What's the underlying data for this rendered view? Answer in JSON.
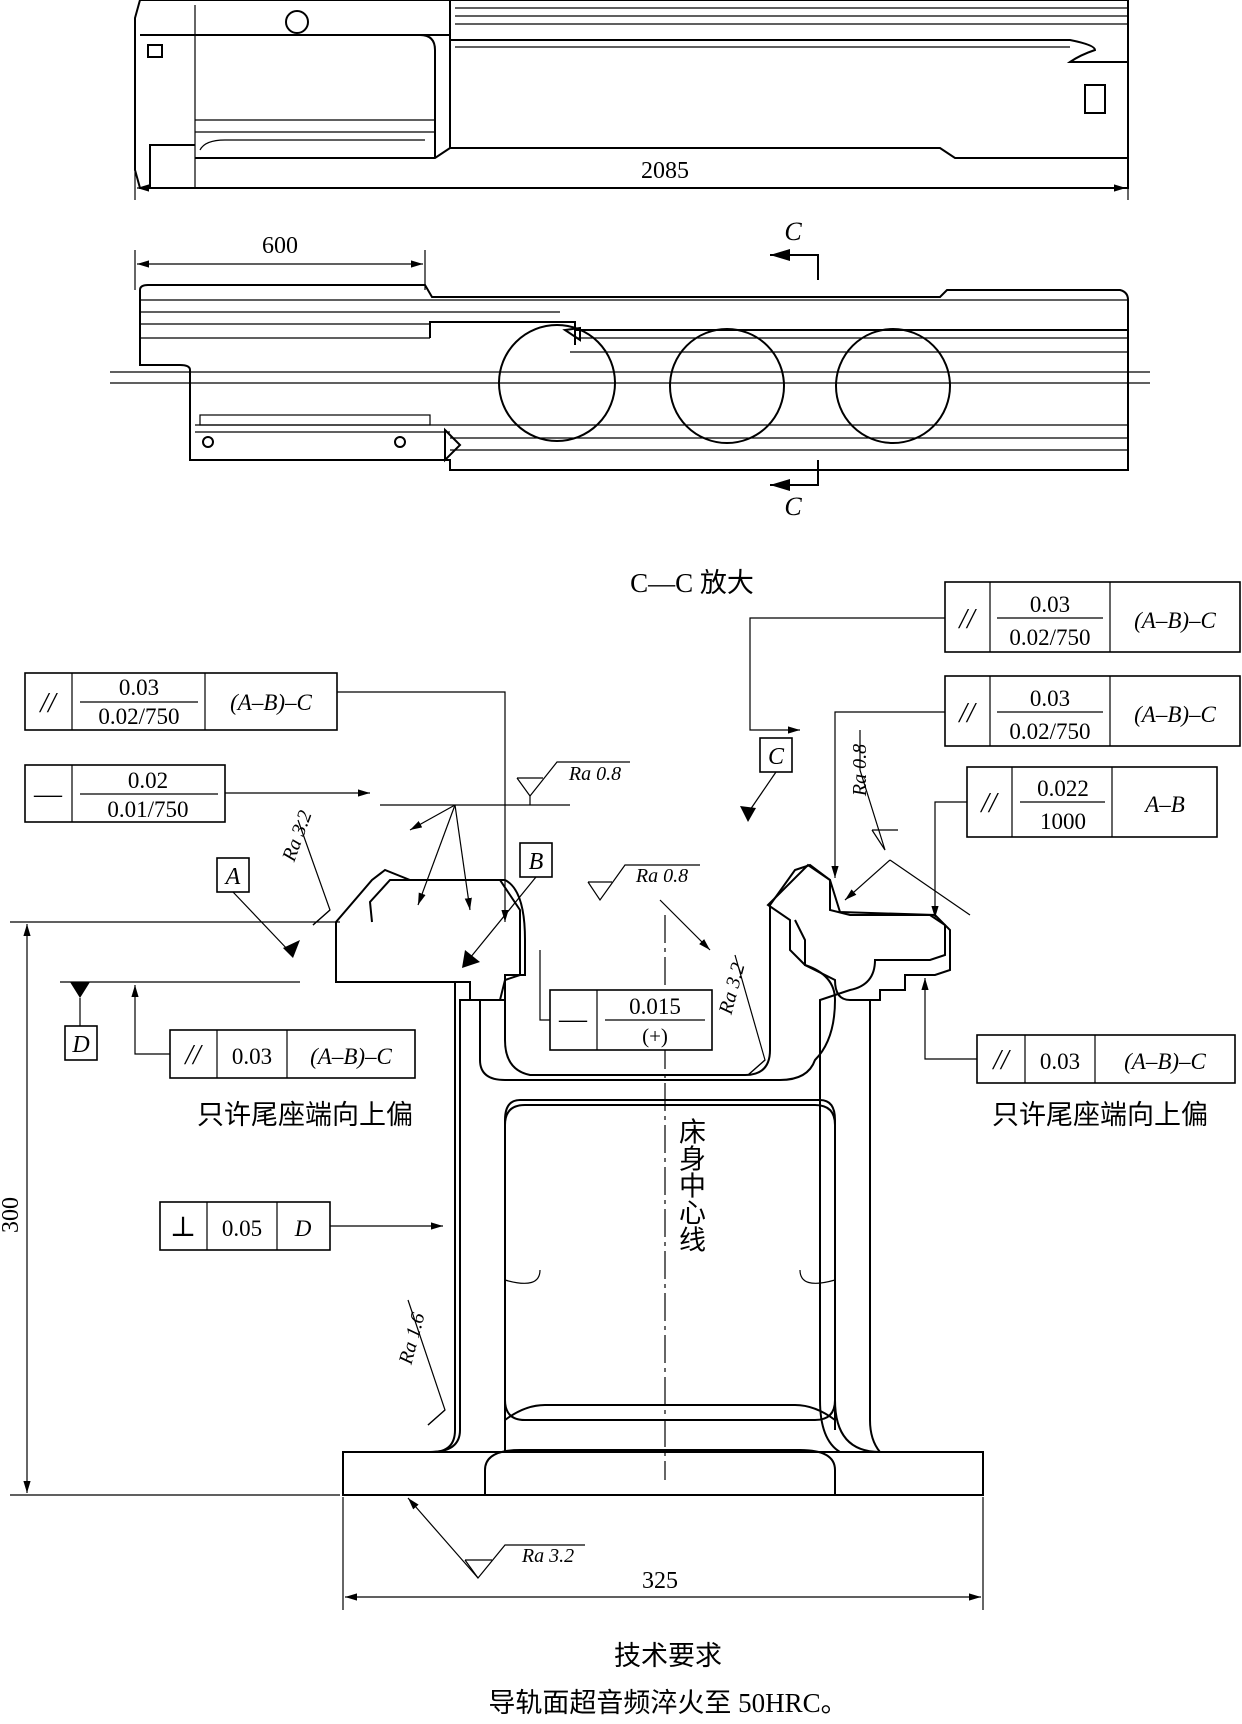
{
  "dimensions": {
    "overall_length": "2085",
    "segment_length": "600",
    "height": "300",
    "base_width": "325"
  },
  "section_marks": {
    "top": "C",
    "bottom": "C"
  },
  "section_title": "C—C 放大",
  "tolerance_frames": [
    {
      "symbol": "//",
      "value_top": "0.03",
      "value_bottom": "0.02/750",
      "datum": "(A–B)–C"
    },
    {
      "symbol": "—",
      "value_top": "0.02",
      "value_bottom": "0.01/750",
      "datum": ""
    },
    {
      "symbol": "//",
      "value_top": "0.03",
      "value_bottom": "0.02/750",
      "datum": "(A–B)–C"
    },
    {
      "symbol": "//",
      "value_top": "0.03",
      "value_bottom": "0.02/750",
      "datum": "(A–B)–C"
    },
    {
      "symbol": "//",
      "value_top": "0.022",
      "value_bottom": "1000",
      "datum": "A–B"
    },
    {
      "symbol": "—",
      "value_top": "0.015",
      "value_bottom": "(+)",
      "datum": ""
    },
    {
      "symbol": "//",
      "value": "0.03",
      "datum": "(A–B)–C"
    },
    {
      "symbol": "//",
      "value": "0.03",
      "datum": "(A–B)–C"
    },
    {
      "symbol": "⊥",
      "value": "0.05",
      "datum": "D"
    }
  ],
  "datums": {
    "a": "A",
    "b": "B",
    "c": "C",
    "d": "D"
  },
  "roughness": {
    "ra08_left": "Ra 0.8",
    "ra32_left": "Ra 3.2",
    "ra08_mid": "Ra 0.8",
    "ra08_right": "Ra 0.8",
    "ra32_mid": "Ra 3.2",
    "ra16": "Ra 1.6",
    "ra32_base": "Ra 3.2"
  },
  "notes": {
    "tail_left": "只许尾座端向上偏",
    "tail_right": "只许尾座端向上偏",
    "centerline": "床身中心线",
    "requirements_title": "技术要求",
    "requirements_text": "导轨面超音频淬火至 50HRC。"
  }
}
